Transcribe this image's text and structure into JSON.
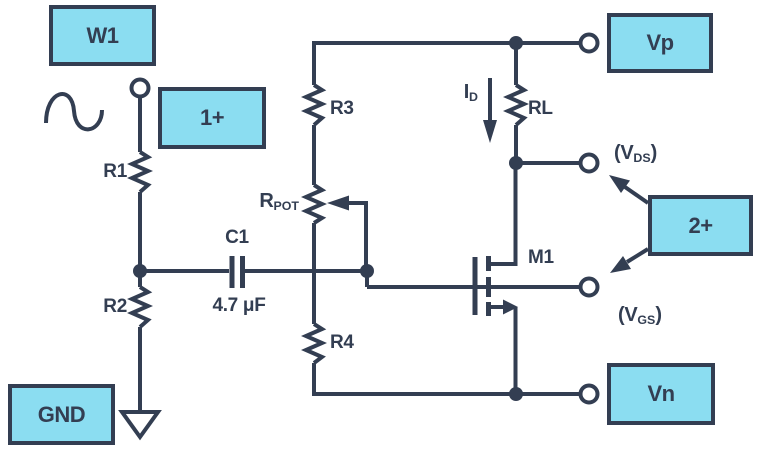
{
  "palette": {
    "ink": "#333E52",
    "box_fill": "#8BDDF1",
    "bg": "#FFFFFF"
  },
  "io_boxes": {
    "w1": "W1",
    "ch1": "1+",
    "gnd": "GND",
    "vp": "Vp",
    "ch2": "2+",
    "vn": "Vn"
  },
  "labels": {
    "r1": "R1",
    "r2": "R2",
    "r3": "R3",
    "r4": "R4",
    "rl": "RL",
    "rpot": {
      "base": "R",
      "sub": "POT"
    },
    "c1": {
      "name": "C1",
      "value": "4.7 μF"
    },
    "m1": "M1",
    "id": {
      "base": "I",
      "sub": "D"
    },
    "vds": {
      "pre": "(V",
      "sub": "DS",
      "post": ")"
    },
    "vgs": {
      "pre": "(V",
      "sub": "GS",
      "post": ")"
    }
  }
}
